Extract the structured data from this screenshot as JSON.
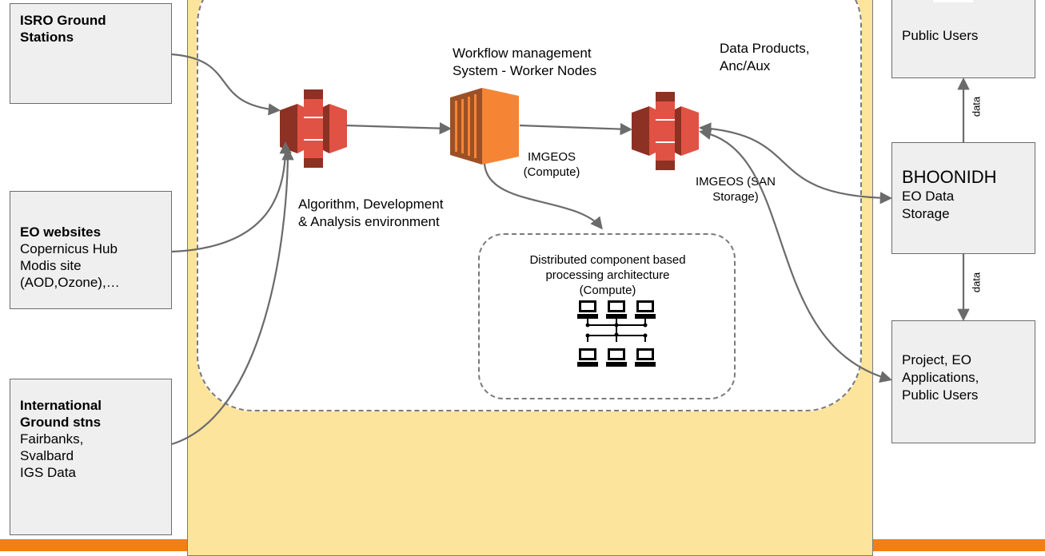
{
  "sources": {
    "isro": {
      "title": "ISRO Ground Stations",
      "lines": []
    },
    "eo": {
      "title": "EO websites",
      "lines": [
        "Copernicus Hub",
        "Modis site",
        "(AOD,Ozone),…"
      ]
    },
    "intl": {
      "title": "International Ground stns",
      "lines": [
        "Fairbanks,",
        "Svalbard",
        "IGS Data"
      ]
    }
  },
  "labels": {
    "algorithm": [
      "Algorithm, Development",
      "& Analysis environment"
    ],
    "workflow": [
      "Workflow management",
      "System - Worker Nodes"
    ],
    "imgeos_compute": [
      "IMGEOS",
      "(Compute)"
    ],
    "data_products": [
      "Data Products,",
      "Anc/Aux"
    ],
    "imgeos_san": [
      "IMGEOS (SAN",
      "Storage)"
    ],
    "distributed": [
      "Distributed component based",
      "processing architecture",
      "(Compute)"
    ]
  },
  "right": {
    "public_users": "Public Users",
    "bhoonidh": {
      "title": "BHOONIDH",
      "lines": [
        "EO Data",
        "Storage"
      ]
    },
    "project": {
      "lines": [
        "Project, EO",
        "Applications,",
        "Public Users"
      ]
    },
    "data_label_top": "data",
    "data_label_bottom": "data"
  },
  "colors": {
    "accent_bar": "#f57d16",
    "panel": "#fde49d",
    "aws_red": "#e05243",
    "aws_orange": "#f58534",
    "arrow": "#6b6b6b"
  },
  "icons": [
    "s3-bucket-icon",
    "ec2-compute-icon",
    "s3-storage-icon",
    "network-computers-icon"
  ]
}
